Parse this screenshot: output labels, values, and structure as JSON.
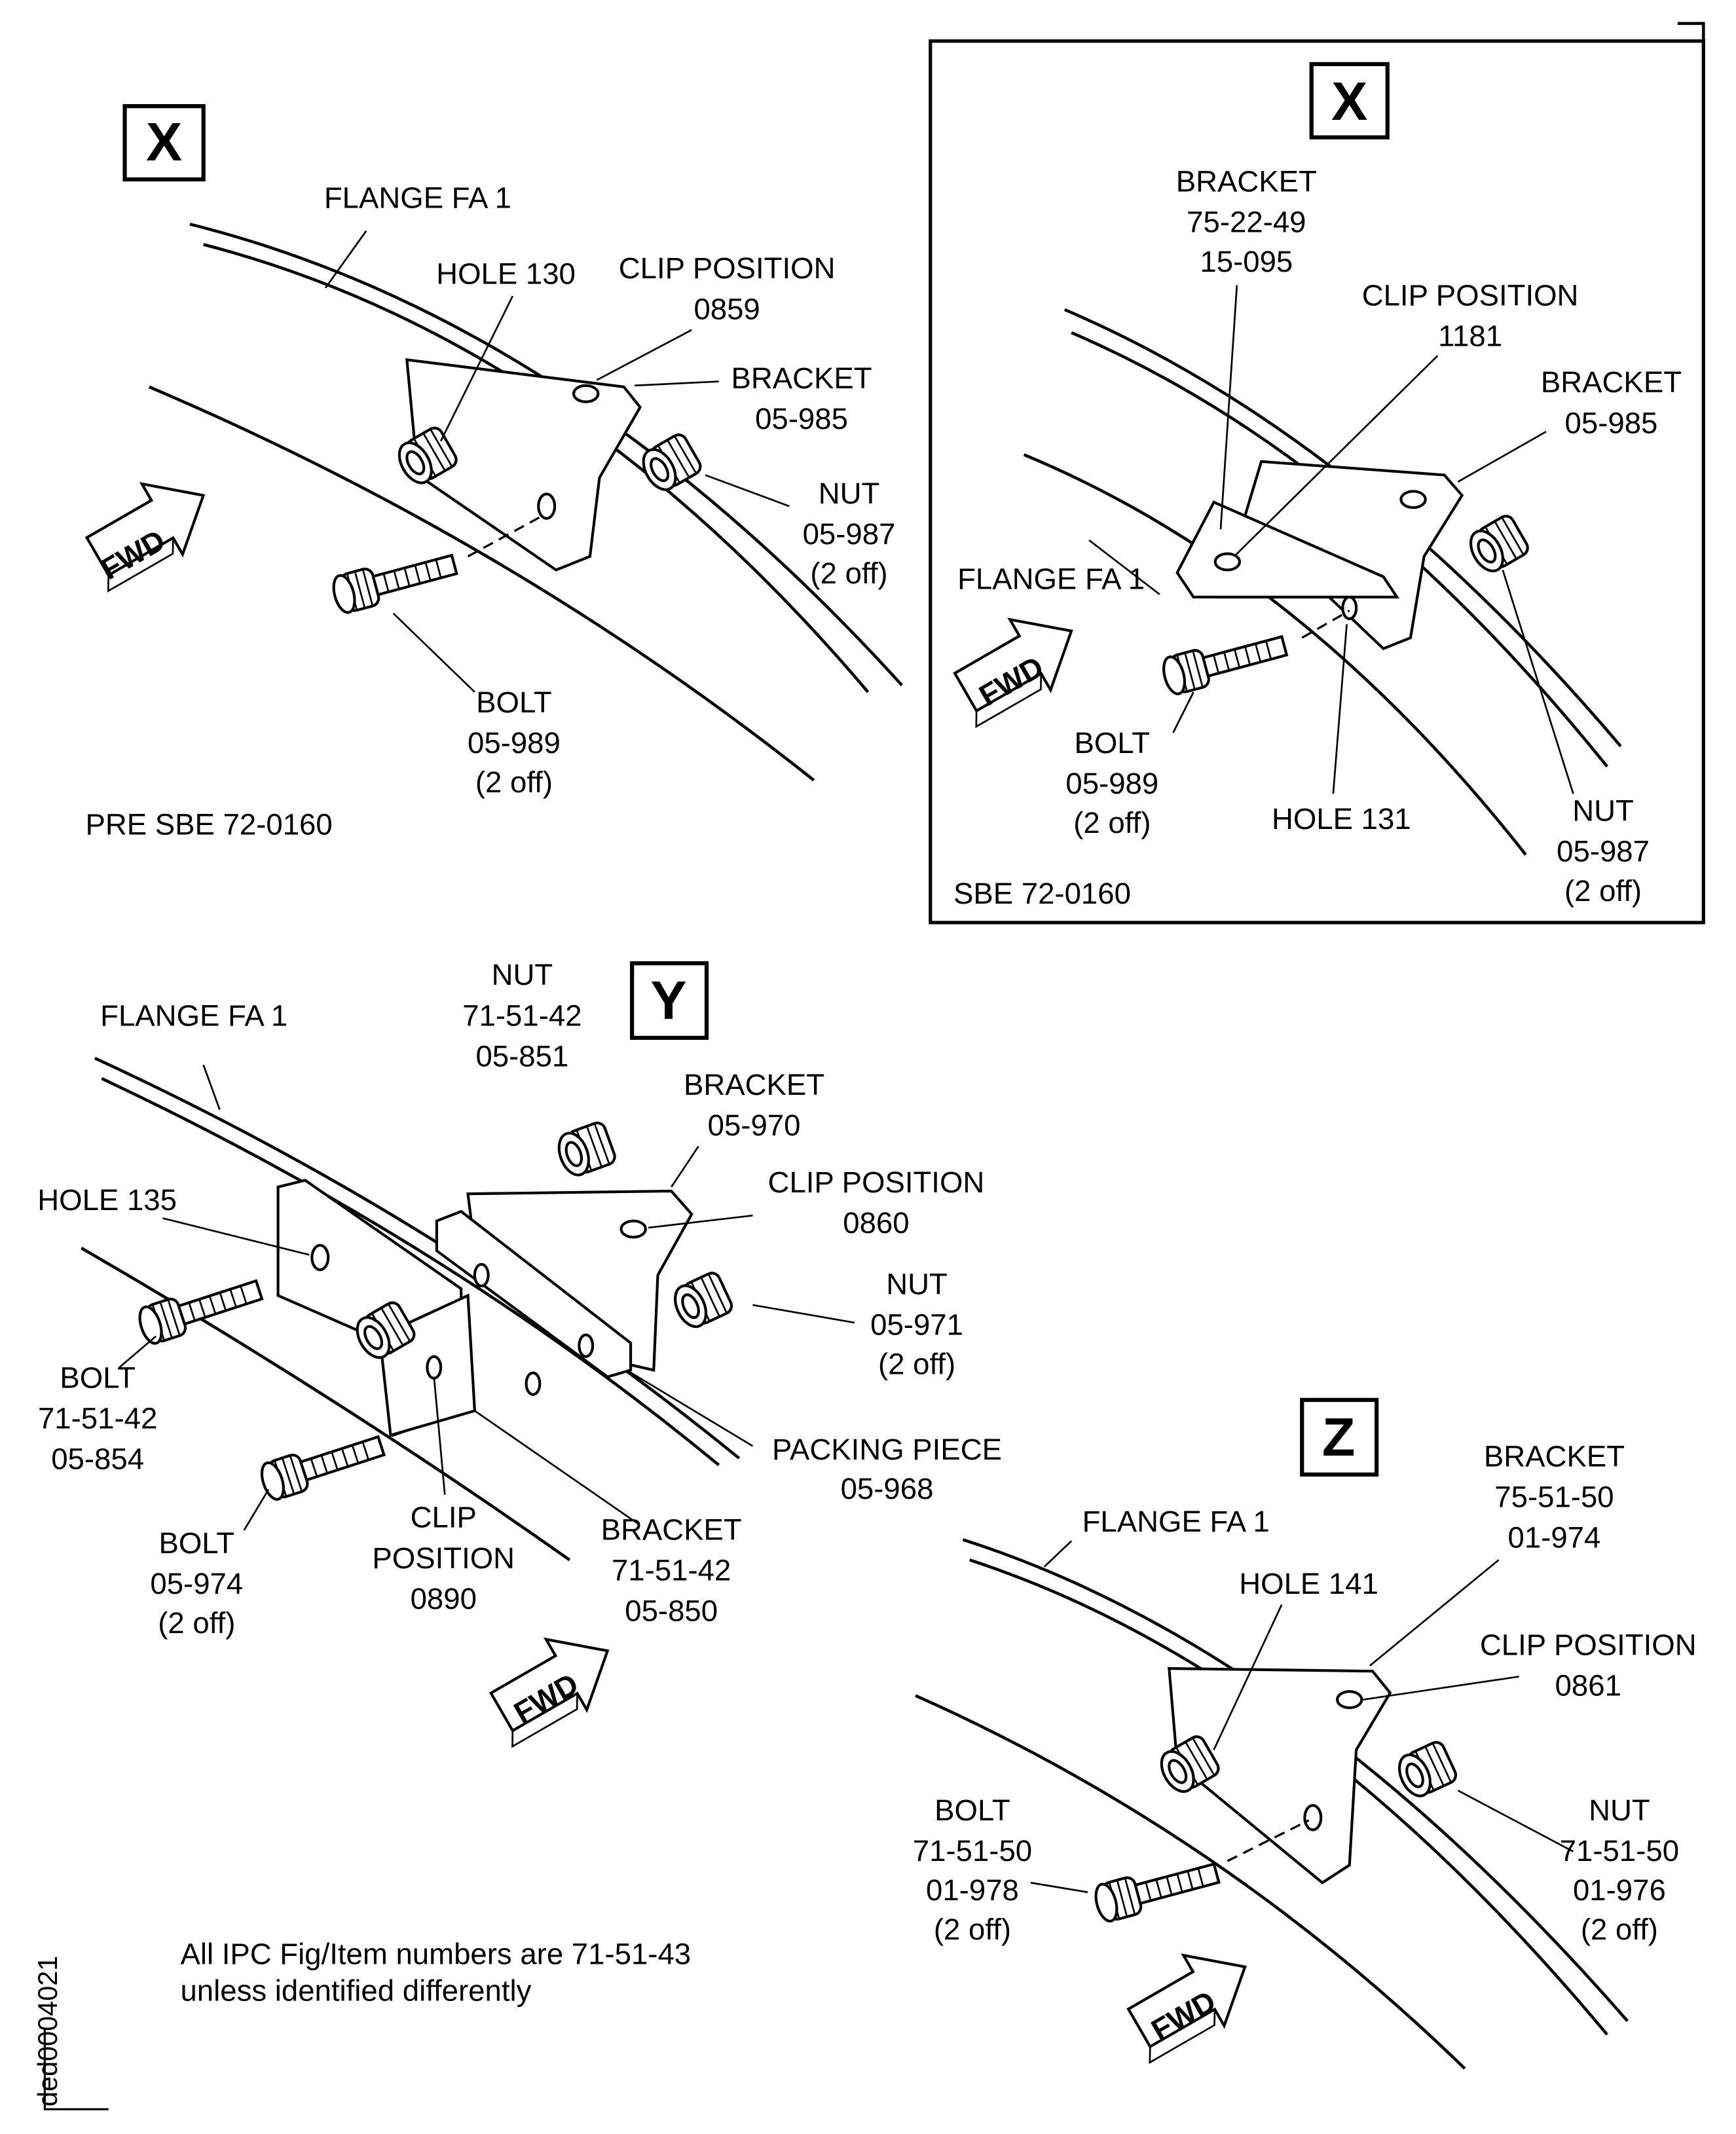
{
  "x_pre": {
    "view": "X",
    "flange": "FLANGE FA 1",
    "hole": "HOLE 130",
    "clip": [
      "CLIP POSITION",
      "0859"
    ],
    "bracket": [
      "BRACKET",
      "05-985"
    ],
    "nut": [
      "NUT",
      "05-987",
      "(2 off)"
    ],
    "bolt": [
      "BOLT",
      "05-989",
      "(2 off)"
    ],
    "note": "PRE SBE 72-0160"
  },
  "x_post": {
    "view": "X",
    "bracket_a": [
      "BRACKET",
      "75-22-49",
      "15-095"
    ],
    "clip": [
      "CLIP POSITION",
      "1181"
    ],
    "bracket_b": [
      "BRACKET",
      "05-985"
    ],
    "flange": "FLANGE FA 1",
    "bolt": [
      "BOLT",
      "05-989",
      "(2 off)"
    ],
    "hole": "HOLE 131",
    "nut": [
      "NUT",
      "05-987",
      "(2 off)"
    ],
    "note": "SBE 72-0160"
  },
  "y": {
    "view": "Y",
    "nut_a": [
      "NUT",
      "71-51-42",
      "05-851"
    ],
    "flange": "FLANGE FA 1",
    "bracket_a": [
      "BRACKET",
      "05-970"
    ],
    "clip_a": [
      "CLIP POSITION",
      "0860"
    ],
    "hole": "HOLE 135",
    "nut_b": [
      "NUT",
      "05-971",
      "(2 off)"
    ],
    "bolt_a": [
      "BOLT",
      "71-51-42",
      "05-854"
    ],
    "packing": [
      "PACKING PIECE",
      "05-968"
    ],
    "clip_b": [
      "CLIP",
      "POSITION",
      "0890"
    ],
    "bracket_b": [
      "BRACKET",
      "71-51-42",
      "05-850"
    ],
    "bolt_b": [
      "BOLT",
      "05-974",
      "(2 off)"
    ]
  },
  "z": {
    "view": "Z",
    "bracket": [
      "BRACKET",
      "75-51-50",
      "01-974"
    ],
    "flange": "FLANGE FA 1",
    "hole": "HOLE 141",
    "clip": [
      "CLIP POSITION",
      "0861"
    ],
    "bolt": [
      "BOLT",
      "71-51-50",
      "01-978",
      "(2 off)"
    ],
    "nut": [
      "NUT",
      "71-51-50",
      "01-976",
      "(2 off)"
    ]
  },
  "fwd_label": "FWD",
  "footnote": [
    "All IPC Fig/Item numbers are 71-51-43",
    "unless identified differently"
  ],
  "drawing_id": "ded0004021"
}
